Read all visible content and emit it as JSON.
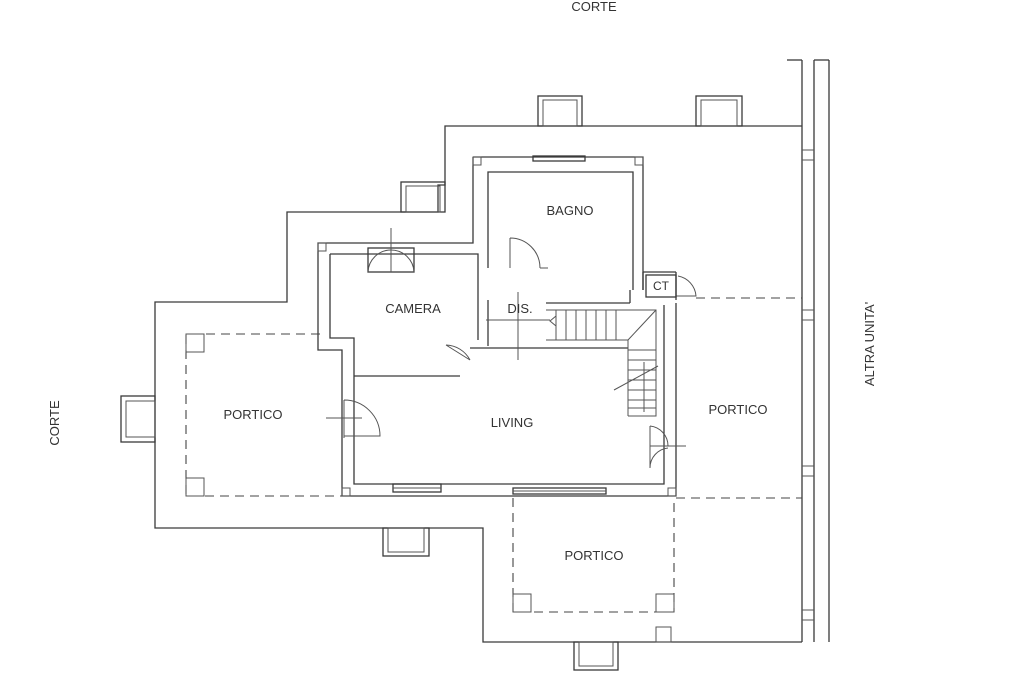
{
  "labels": {
    "corte_top": "CORTE",
    "corte_left": "CORTE",
    "altra_unita": "ALTRA UNITA'",
    "bagno": "BAGNO",
    "ct": "CT",
    "camera": "CAMERA",
    "dis": "DIS.",
    "living": "LIVING",
    "portico_left": "PORTICO",
    "portico_right": "PORTICO",
    "portico_bottom": "PORTICO"
  }
}
